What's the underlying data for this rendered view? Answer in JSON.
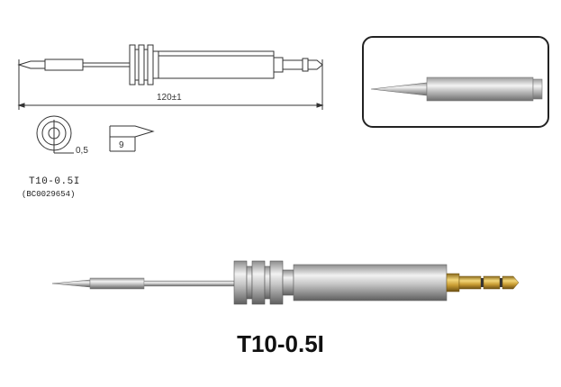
{
  "drawing": {
    "length_dimension": "120±1",
    "tip_dimension": "0,5",
    "bevel_dimension": "9",
    "model_label": "T10-0.5I",
    "code_label": "(BC0029654)"
  },
  "product": {
    "title": "T10-0.5I"
  }
}
